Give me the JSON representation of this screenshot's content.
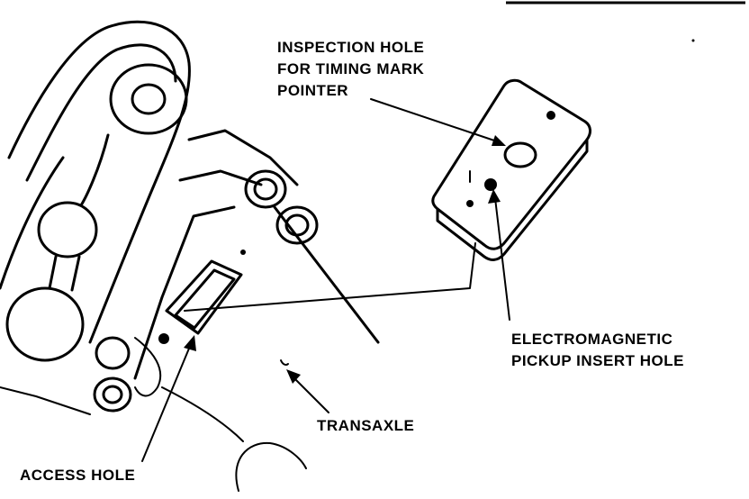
{
  "labels": {
    "inspection_hole_line1": "INSPECTION HOLE",
    "inspection_hole_line2": "FOR TIMING MARK",
    "inspection_hole_line3": "POINTER",
    "pickup_line1": "ELECTROMAGNETIC",
    "pickup_line2": "PICKUP INSERT HOLE",
    "transaxle": "TRANSAXLE",
    "access_hole": "ACCESS HOLE"
  },
  "colors": {
    "ink": "#000000",
    "paper": "#ffffff"
  }
}
